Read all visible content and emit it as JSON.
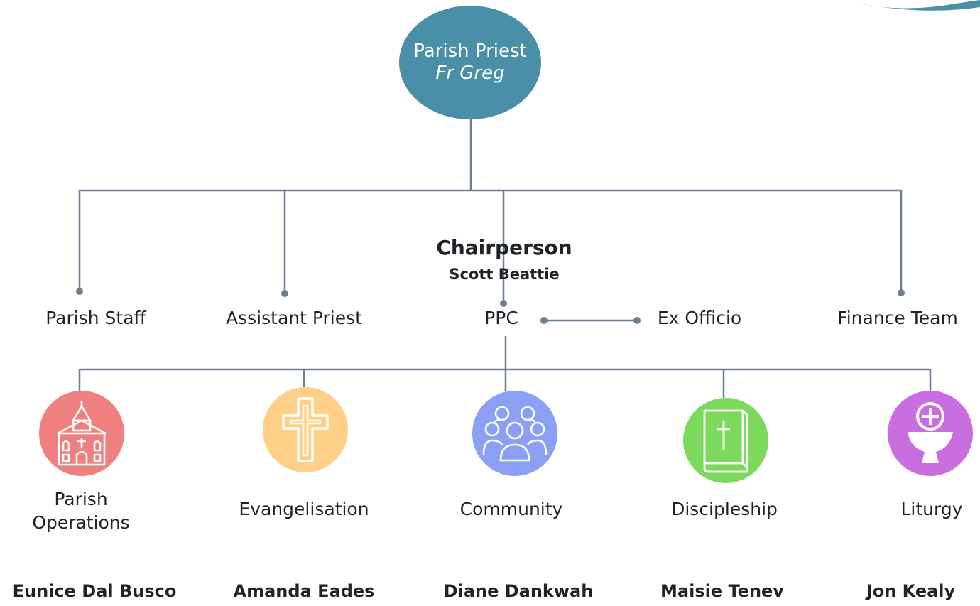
{
  "root": {
    "title": "Parish Priest",
    "name": "Fr Greg",
    "color": "#4a8fa8"
  },
  "chair": {
    "title": "Chairperson",
    "name": "Scott Beattie"
  },
  "level1": {
    "parish_staff": "Parish Staff",
    "assistant_priest": "Assistant Priest",
    "ppc": "PPC",
    "ex_officio": "Ex Officio",
    "finance_team": "Finance Team"
  },
  "ministries": [
    {
      "label": "Parish\nOperations",
      "icon": "church-icon",
      "color": "#f08080",
      "person": "Eunice Dal Busco"
    },
    {
      "label": "Evangelisation",
      "icon": "cross-icon",
      "color": "#ffcf87",
      "person": "Amanda Eades"
    },
    {
      "label": "Community",
      "icon": "community-icon",
      "color": "#8ba0f5",
      "person": "Diane Dankwah"
    },
    {
      "label": "Discipleship",
      "icon": "bible-icon",
      "color": "#7dd95c",
      "person": "Maisie Tenev"
    },
    {
      "label": "Liturgy",
      "icon": "chalice-icon",
      "color": "#c96ee0",
      "person": "Jon Kealy"
    }
  ],
  "line_color": "#6e7f91",
  "logo_color": "#4a8fa8"
}
